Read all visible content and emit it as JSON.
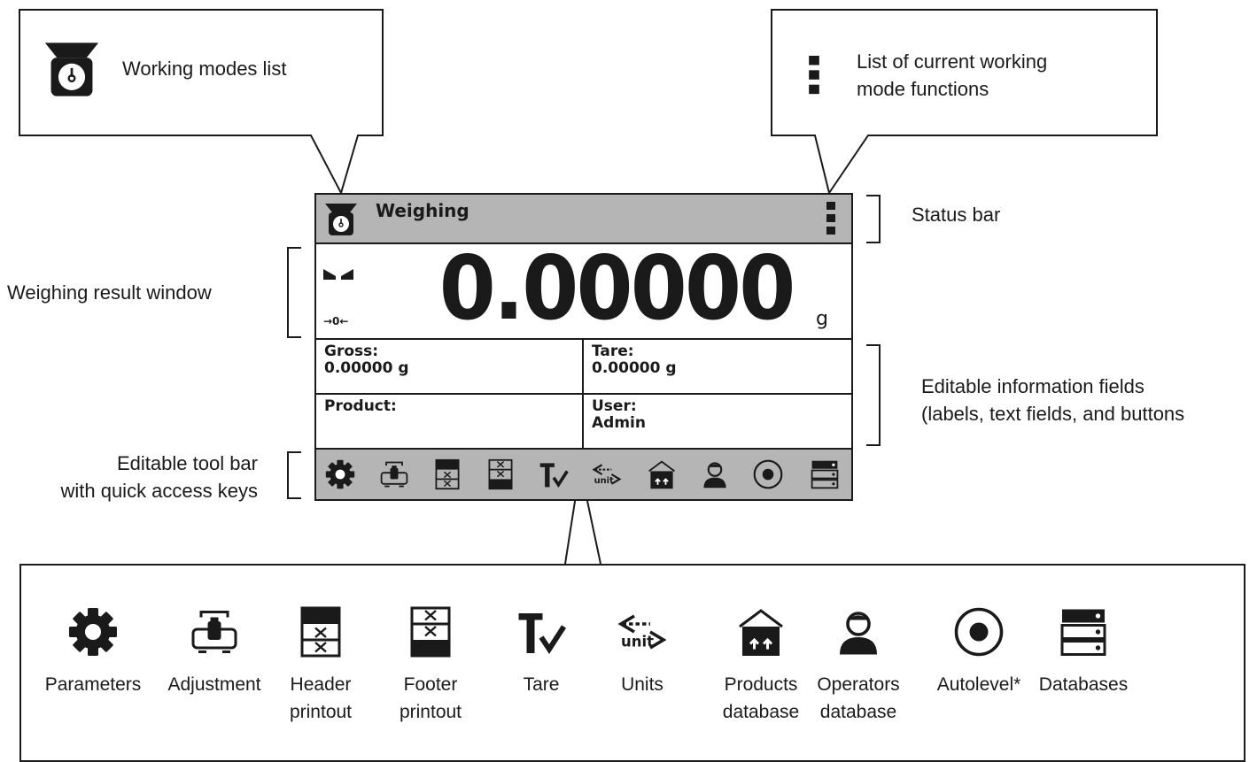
{
  "callouts": {
    "working_modes": "Working modes list",
    "functions_line1": "List of current working",
    "functions_line2": "mode functions"
  },
  "side_labels": {
    "status_bar": "Status bar",
    "result_window": "Weighing result window",
    "info_line1": "Editable information fields",
    "info_line2": "(labels, text fields, and buttons",
    "toolbar_line1": "Editable tool bar",
    "toolbar_line2": "with quick access keys"
  },
  "screen": {
    "mode_title": "Weighing",
    "result_value": "0.00000",
    "result_unit": "g",
    "zero_indicator": "→0←",
    "fields": {
      "gross_label": "Gross:",
      "gross_value": "0.00000 g",
      "tare_label": "Tare:",
      "tare_value": "0.00000 g",
      "product_label": "Product:",
      "product_value": "",
      "user_label": "User:",
      "user_value": "Admin"
    },
    "toolbar_icons": [
      "gear-icon",
      "adjustment-icon",
      "header-printout-icon",
      "footer-printout-icon",
      "tare-icon",
      "units-icon",
      "products-database-icon",
      "operators-database-icon",
      "autolevel-icon",
      "databases-icon"
    ]
  },
  "legend": [
    {
      "icon": "gear-icon",
      "label": "Parameters"
    },
    {
      "icon": "adjustment-icon",
      "label": "Adjustment"
    },
    {
      "icon": "header-printout-icon",
      "label": "Header\nprintout"
    },
    {
      "icon": "footer-printout-icon",
      "label": "Footer\nprintout"
    },
    {
      "icon": "tare-icon",
      "label": "Tare"
    },
    {
      "icon": "units-icon",
      "label": "Units"
    },
    {
      "icon": "products-database-icon",
      "label": "Products\ndatabase"
    },
    {
      "icon": "operators-database-icon",
      "label": "Operators\ndatabase"
    },
    {
      "icon": "autolevel-icon",
      "label": "Autolevel*"
    },
    {
      "icon": "databases-icon",
      "label": "Databases"
    }
  ]
}
